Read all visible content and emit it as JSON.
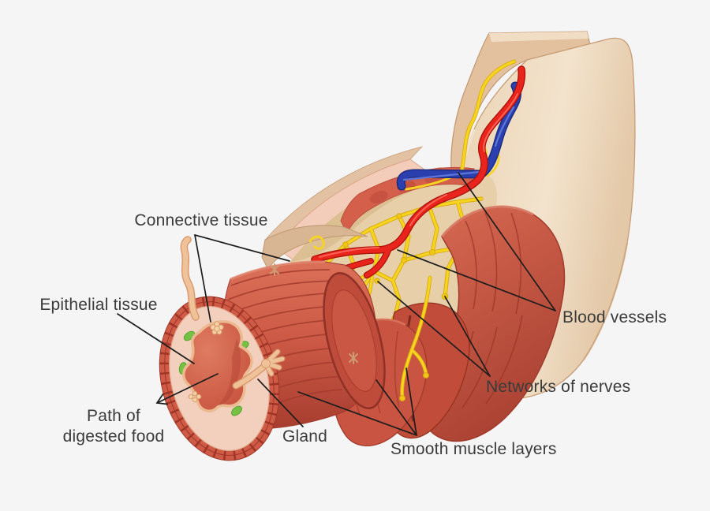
{
  "figure": {
    "subject": "Tissue layers of the digestive tract — labeled cutaway illustration",
    "background_color": "#f5f5f6",
    "text_color": "#3b3b3b"
  },
  "labels": {
    "connective_tissue": "Connective tissue",
    "epithelial_tissue": "Epithelial tissue",
    "path_of_digested_food_line1": "Path of",
    "path_of_digested_food_line2": "digested food",
    "gland": "Gland",
    "blood_vessels": "Blood vessels",
    "networks_of_nerves": "Networks of nerves",
    "smooth_muscle_layers": "Smooth muscle layers"
  },
  "colors": {
    "muscle_red": "#cc5847",
    "muscle_dark_red": "#a23a2c",
    "mucosa_pink": "#f3cfbd",
    "serosa_beige": "#e8cfb0",
    "submucosa_tan": "#e7cfa9",
    "nerve_yellow": "#f6d41f",
    "artery_red": "#e8241c",
    "vein_blue": "#2b3fae",
    "gland_green": "#76c143",
    "duct_tan": "#f0c29a",
    "leader_line": "#1d1d1d"
  }
}
